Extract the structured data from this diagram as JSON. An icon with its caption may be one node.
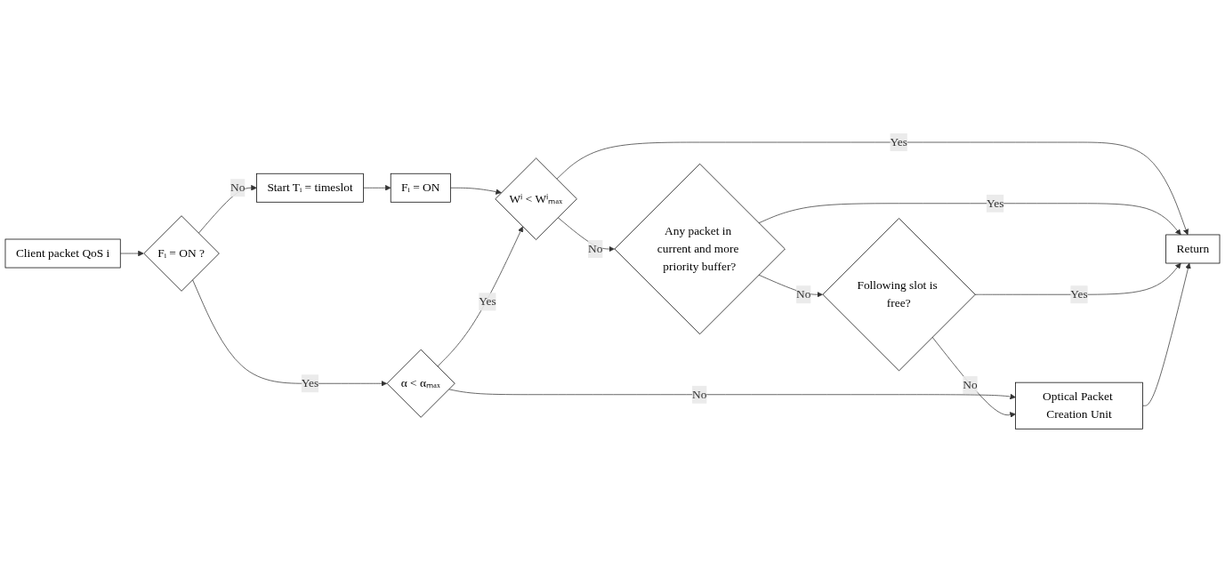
{
  "diagram": {
    "nodes": [
      {
        "text": [
          "Client packet QoS i"
        ]
      },
      {
        "text": [
          "Fᵢ = ON ?"
        ]
      },
      {
        "text": [
          "α < αₘₐₓ"
        ]
      },
      {
        "text": [
          "Start Tᵢ = timeslot"
        ]
      },
      {
        "text": [
          "Fᵢ = ON"
        ]
      },
      {
        "text": [
          "Wⁱ < Wⁱₘₐₓ"
        ]
      },
      {
        "text": [
          "Any packet in current and more priority buffer?"
        ]
      },
      {
        "text": [
          "Following slot is free?"
        ]
      },
      {
        "text": [
          "Optical Packet Creation Unit"
        ]
      },
      {
        "text": [
          "Return"
        ]
      }
    ],
    "edges": [
      {
        "from": 0,
        "to": 1,
        "arrow": "to"
      },
      {
        "from": 1,
        "to": 3,
        "arrow": "to",
        "label": "No"
      },
      {
        "from": 1,
        "to": 2,
        "arrow": "to",
        "label": "Yes"
      },
      {
        "from": 2,
        "to": 8,
        "arrow": "to",
        "label": "No"
      },
      {
        "from": 3,
        "to": 4,
        "arrow": "to"
      },
      {
        "from": 4,
        "to": 5,
        "arrow": "to"
      },
      {
        "from": 2,
        "to": 5,
        "arrow": "to",
        "label": "Yes"
      },
      {
        "from": 5,
        "to": 6,
        "arrow": "to",
        "label": "No"
      },
      {
        "from": 5,
        "to": 9,
        "arrow": "to",
        "label": "Yes"
      },
      {
        "from": 6,
        "to": 7,
        "arrow": "to",
        "label": "No"
      },
      {
        "from": 6,
        "to": 9,
        "arrow": "to",
        "label": "Yes"
      },
      {
        "from": 7,
        "to": 8,
        "arrow": "to",
        "label": "No"
      },
      {
        "from": 7,
        "to": 9,
        "arrow": "to",
        "label": "Yes"
      },
      {
        "from": 8,
        "to": 9,
        "arrow": "to"
      }
    ]
  }
}
